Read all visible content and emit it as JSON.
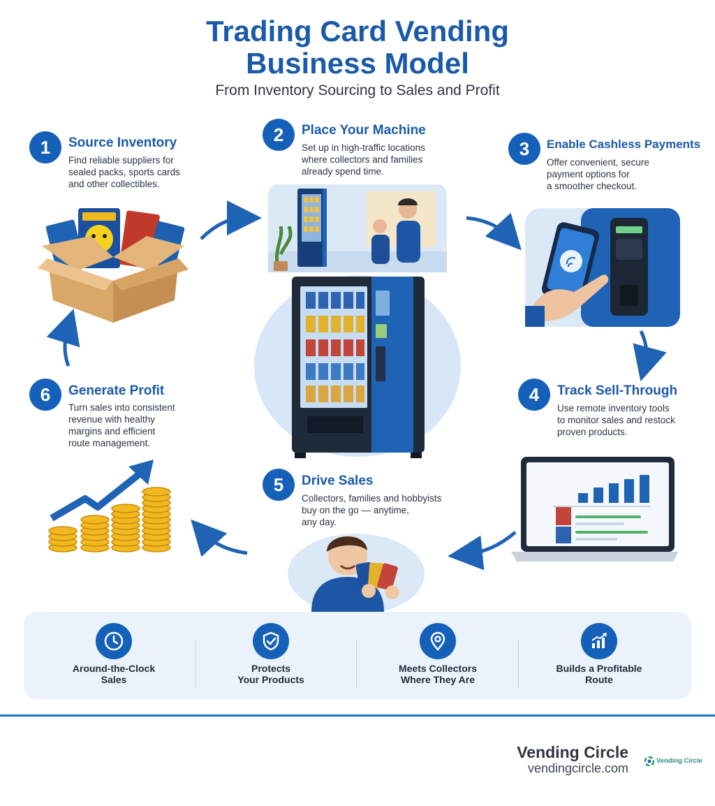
{
  "header": {
    "title_line1": "Trading Card Vending",
    "title_line2": "Business Model",
    "subtitle": "From Inventory Sourcing to Sales and Profit"
  },
  "steps": [
    {
      "number": "1",
      "title": "Source Inventory",
      "description": [
        "Find reliable suppliers for",
        "sealed packs, sports cards",
        "and other collectibles."
      ]
    },
    {
      "number": "2",
      "title": "Place Your Machine",
      "description": [
        "Set up in high-traffic locations",
        "where collectors and families",
        "already spend time."
      ]
    },
    {
      "number": "3",
      "title": "Enable Cashless Payments",
      "description": [
        "Offer convenient, secure",
        "payment options for",
        "a smoother checkout."
      ]
    },
    {
      "number": "4",
      "title": "Track Sell-Through",
      "description": [
        "Use remote inventory tools",
        "to monitor sales and restock",
        "proven products."
      ]
    },
    {
      "number": "5",
      "title": "Drive Sales",
      "description": [
        "Collectors, families and hobbyists",
        "buy on the go — anytime,",
        "any day."
      ]
    },
    {
      "number": "6",
      "title": "Generate Profit",
      "description": [
        "Turn sales into consistent",
        "revenue with healthy",
        "margins and efficient",
        "route management."
      ]
    }
  ],
  "benefits": [
    {
      "icon": "clock-icon",
      "line1": "Around-the-Clock",
      "line2": "Sales"
    },
    {
      "icon": "shield-check-icon",
      "line1": "Protects",
      "line2": "Your Products"
    },
    {
      "icon": "location-pin-icon",
      "line1": "Meets Collectors",
      "line2": "Where They Are"
    },
    {
      "icon": "growth-chart-icon",
      "line1": "Builds a Profitable",
      "line2": "Route"
    }
  ],
  "footer": {
    "brand": "Vending Circle",
    "url": "vendingcircle.com",
    "logo_text": "Vending Circle"
  },
  "colors": {
    "primary": "#1560b8",
    "title": "#1a5aa8",
    "panel": "#eaf3fb",
    "coin": "#f2b820",
    "box": "#d9a868"
  }
}
